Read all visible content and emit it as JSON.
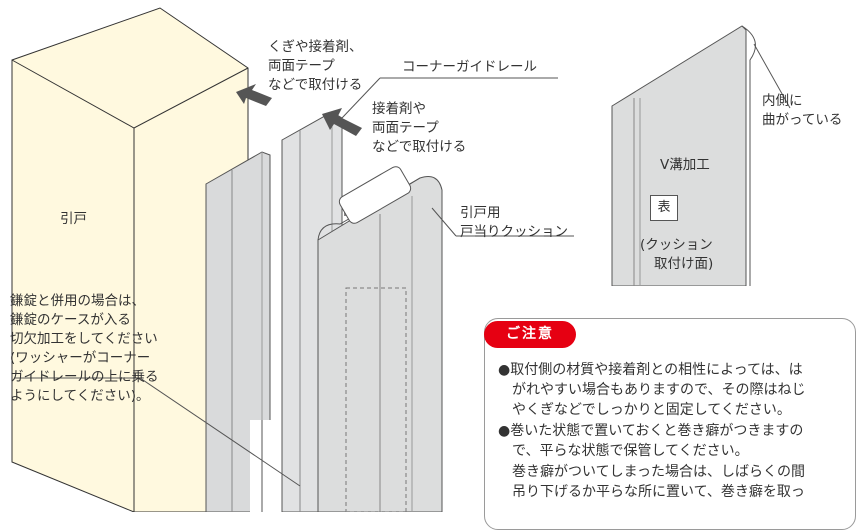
{
  "labels": {
    "fixing_tape_wall": [
      "くぎや接着剤、",
      "両面テープ",
      "などで取付ける"
    ],
    "corner_rail": "コーナーガイドレール",
    "fixing_tape_rail": [
      "接着剤や",
      "両面テープ",
      "などで取付ける"
    ],
    "sliding_door": "引戸",
    "cushion": [
      "引戸用",
      "戸当りクッション"
    ],
    "lock_note": [
      "鎌錠と併用の場合は、",
      "鎌錠のケースが入る",
      "切欠加工をしてください",
      "(ワッシャーがコーナー",
      "ガイドレールの上に乗る",
      "ようにしてください)。"
    ],
    "inner_bend": [
      "内側に",
      "曲がっている"
    ],
    "v_groove": "V溝加工",
    "front_face": "表",
    "cushion_face": [
      "(クッション",
      "取付け面)"
    ]
  },
  "notice": {
    "title": "ご注意",
    "lines": [
      "●取付側の材質や接着剤との相性によっては、は",
      "　がれやすい場合もありますので、その際はねじ",
      "　やくぎなどでしっかりと固定してください。",
      "●巻いた状態で置いておくと巻き癖がつきますの",
      "　で、平らな状態で保管してください。",
      "　巻き癖がついてしまった場合は、しばらくの間",
      "　吊り下げるか平らな所に置いて、巻き癖を取っ"
    ]
  },
  "colors": {
    "wall": "#fff9df",
    "rail": "#d9dadb",
    "accent": "#e60012"
  }
}
